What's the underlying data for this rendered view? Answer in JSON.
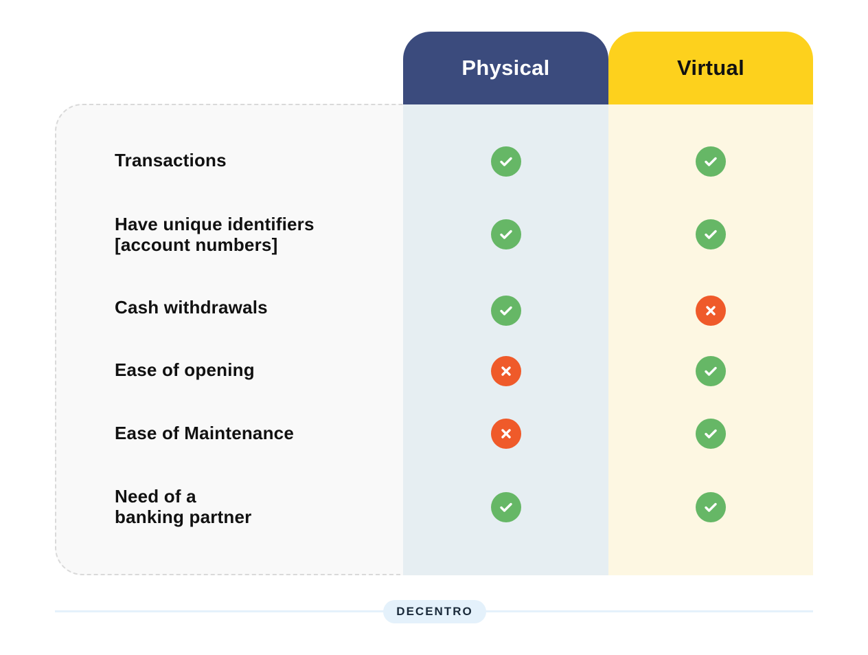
{
  "colors": {
    "physical_header": "#3b4b7d",
    "virtual_header": "#fdd11d",
    "physical_column_bg": "#e6eef2",
    "virtual_column_bg": "#fdf7e2",
    "check": "#66b766",
    "cross": "#ef5a2a"
  },
  "columns": [
    {
      "key": "physical",
      "label": "Physical"
    },
    {
      "key": "virtual",
      "label": "Virtual"
    }
  ],
  "rows": [
    {
      "label_line1": "Transactions",
      "label_line2": "",
      "physical": "check",
      "virtual": "check"
    },
    {
      "label_line1": "Have unique identifiers",
      "label_line2": "[account numbers]",
      "physical": "check",
      "virtual": "check"
    },
    {
      "label_line1": "Cash withdrawals",
      "label_line2": "",
      "physical": "check",
      "virtual": "cross"
    },
    {
      "label_line1": "Ease of opening",
      "label_line2": "",
      "physical": "cross",
      "virtual": "check"
    },
    {
      "label_line1": "Ease of Maintenance",
      "label_line2": "",
      "physical": "cross",
      "virtual": "check"
    },
    {
      "label_line1": "Need of a",
      "label_line2": "banking partner",
      "physical": "check",
      "virtual": "check"
    }
  ],
  "footer": {
    "brand": "DECENTRO"
  }
}
